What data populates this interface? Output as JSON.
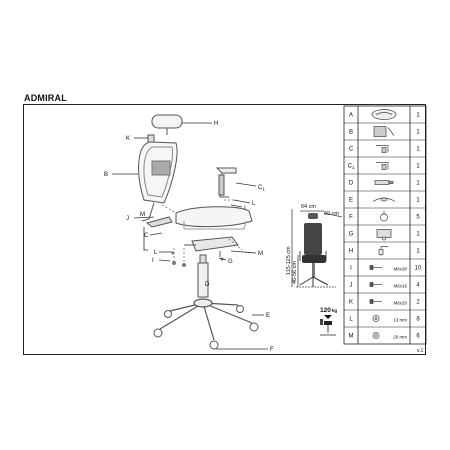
{
  "title": "ADMIRAL",
  "version": "v.1",
  "parts_table": [
    {
      "letter": "A",
      "qty": "1",
      "icon": "headrest-cushion"
    },
    {
      "letter": "B",
      "qty": "1",
      "icon": "backrest-mesh"
    },
    {
      "letter": "C",
      "qty": "1",
      "icon": "armrest-right"
    },
    {
      "letter": "C1",
      "qty": "1",
      "icon": "armrest-left"
    },
    {
      "letter": "D",
      "qty": "1",
      "icon": "gas-lift-cylinder"
    },
    {
      "letter": "E",
      "qty": "1",
      "icon": "star-base"
    },
    {
      "letter": "F",
      "qty": "5",
      "icon": "caster-wheel"
    },
    {
      "letter": "G",
      "qty": "1",
      "icon": "tilt-mechanism"
    },
    {
      "letter": "H",
      "qty": "1",
      "icon": "headrest-bracket"
    },
    {
      "letter": "I",
      "qty": "10",
      "icon": "bolt",
      "note": "M6x30"
    },
    {
      "letter": "J",
      "qty": "4",
      "icon": "bolt",
      "note": "M6x16"
    },
    {
      "letter": "K",
      "qty": "2",
      "icon": "bolt",
      "note": "M6x20"
    },
    {
      "letter": "L",
      "qty": "8",
      "icon": "washer",
      "note": "13 mm"
    },
    {
      "letter": "M",
      "qty": "6",
      "icon": "washer",
      "note": "20 mm"
    }
  ],
  "callouts": {
    "H": "H",
    "K": "K",
    "B": "B",
    "C1": "C",
    "C1_sub": "1",
    "L_top": "L",
    "I_top": "I",
    "J": "J",
    "M_left": "M",
    "C": "C",
    "L_left": "L",
    "I_left": "I",
    "G": "G",
    "M_right": "M",
    "D": "D",
    "E": "E",
    "F": "F"
  },
  "dimensions": {
    "width": "64 cm",
    "depth": "60 cm",
    "height": "115-125 cm",
    "seat_height": "46-56 cm",
    "max_load": "120",
    "max_load_unit": "kg"
  }
}
